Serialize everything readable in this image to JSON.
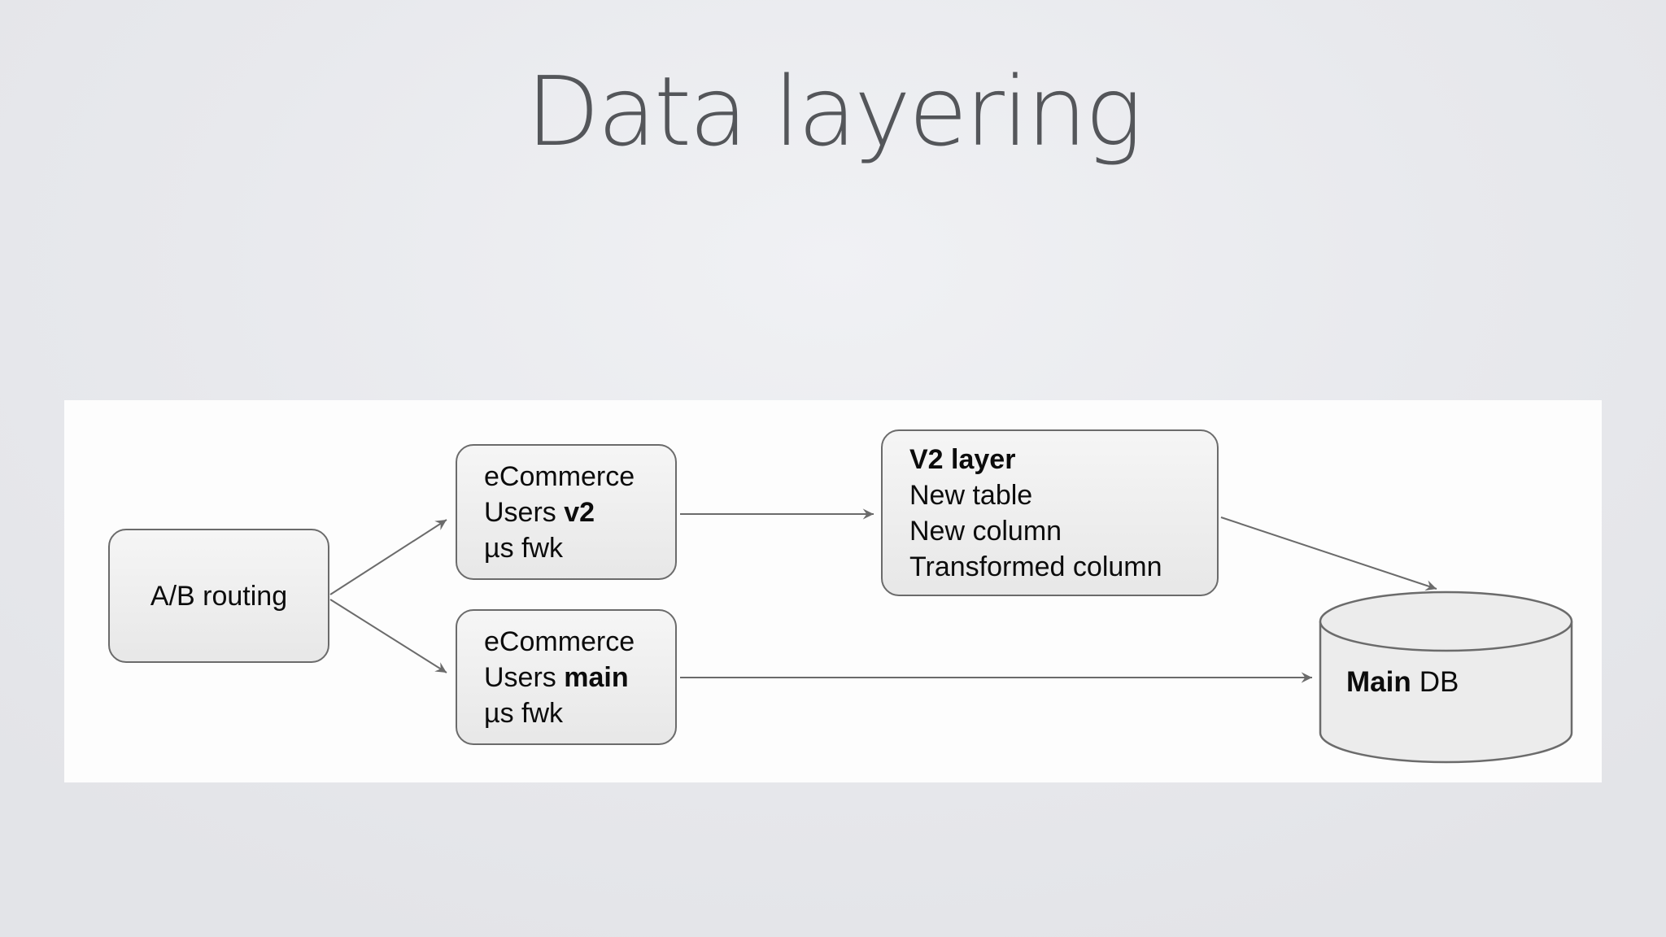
{
  "slide": {
    "title": "Data layering"
  },
  "nodes": {
    "ab_routing": {
      "label": "A/B routing"
    },
    "users_v2": {
      "line1": "eCommerce",
      "line2a": "Users",
      "line2b": "v2",
      "line3": "µs fwk"
    },
    "users_main": {
      "line1": "eCommerce",
      "line2a": "Users",
      "line2b": "main",
      "line3": "µs fwk"
    },
    "v2_layer": {
      "heading": "V2 layer",
      "items": [
        "New table",
        "New column",
        "Transformed column"
      ]
    },
    "main_db": {
      "label_bold": "Main",
      "label_rest": "DB"
    }
  },
  "colors": {
    "title": "#54565a",
    "canvas_bg": "#fdfdfd",
    "node_fill": "#ececec",
    "node_border": "#6b6b6b",
    "arrow": "#6b6b6b",
    "text": "#0c0c0c"
  }
}
